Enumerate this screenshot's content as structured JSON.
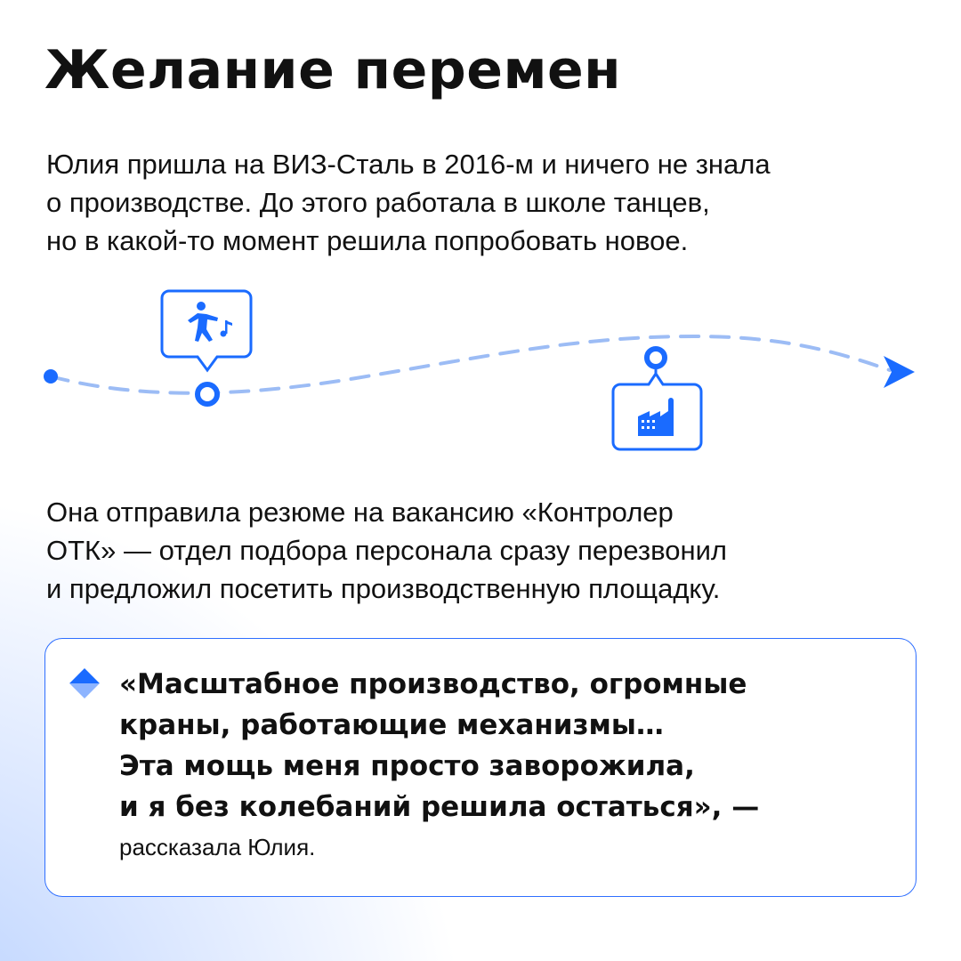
{
  "title": "Желание перемен",
  "paragraph1": [
    "Юлия пришла на ВИЗ-Сталь в 2016-м и ничего не знала",
    "о производстве. До этого работала в школе танцев,",
    "но в какой-то момент решила попробовать новое."
  ],
  "paragraph2": [
    "Она отправила резюме на вакансию «Контролер",
    "ОТК» — отдел подбора персонала сразу перезвонил",
    "и предложил посетить производственную площадку."
  ],
  "quote": {
    "lines": [
      "«Масштабное производство, огромные",
      "краны, работающие механизмы…",
      "Эта мощь меня просто заворожила,",
      "и я без колебаний решила остаться», —"
    ],
    "attribution": "рассказала Юлия."
  },
  "icons": [
    "dancer-icon",
    "factory-icon"
  ],
  "colors": {
    "accent": "#1a6bff",
    "path": "#9cbcf5"
  }
}
